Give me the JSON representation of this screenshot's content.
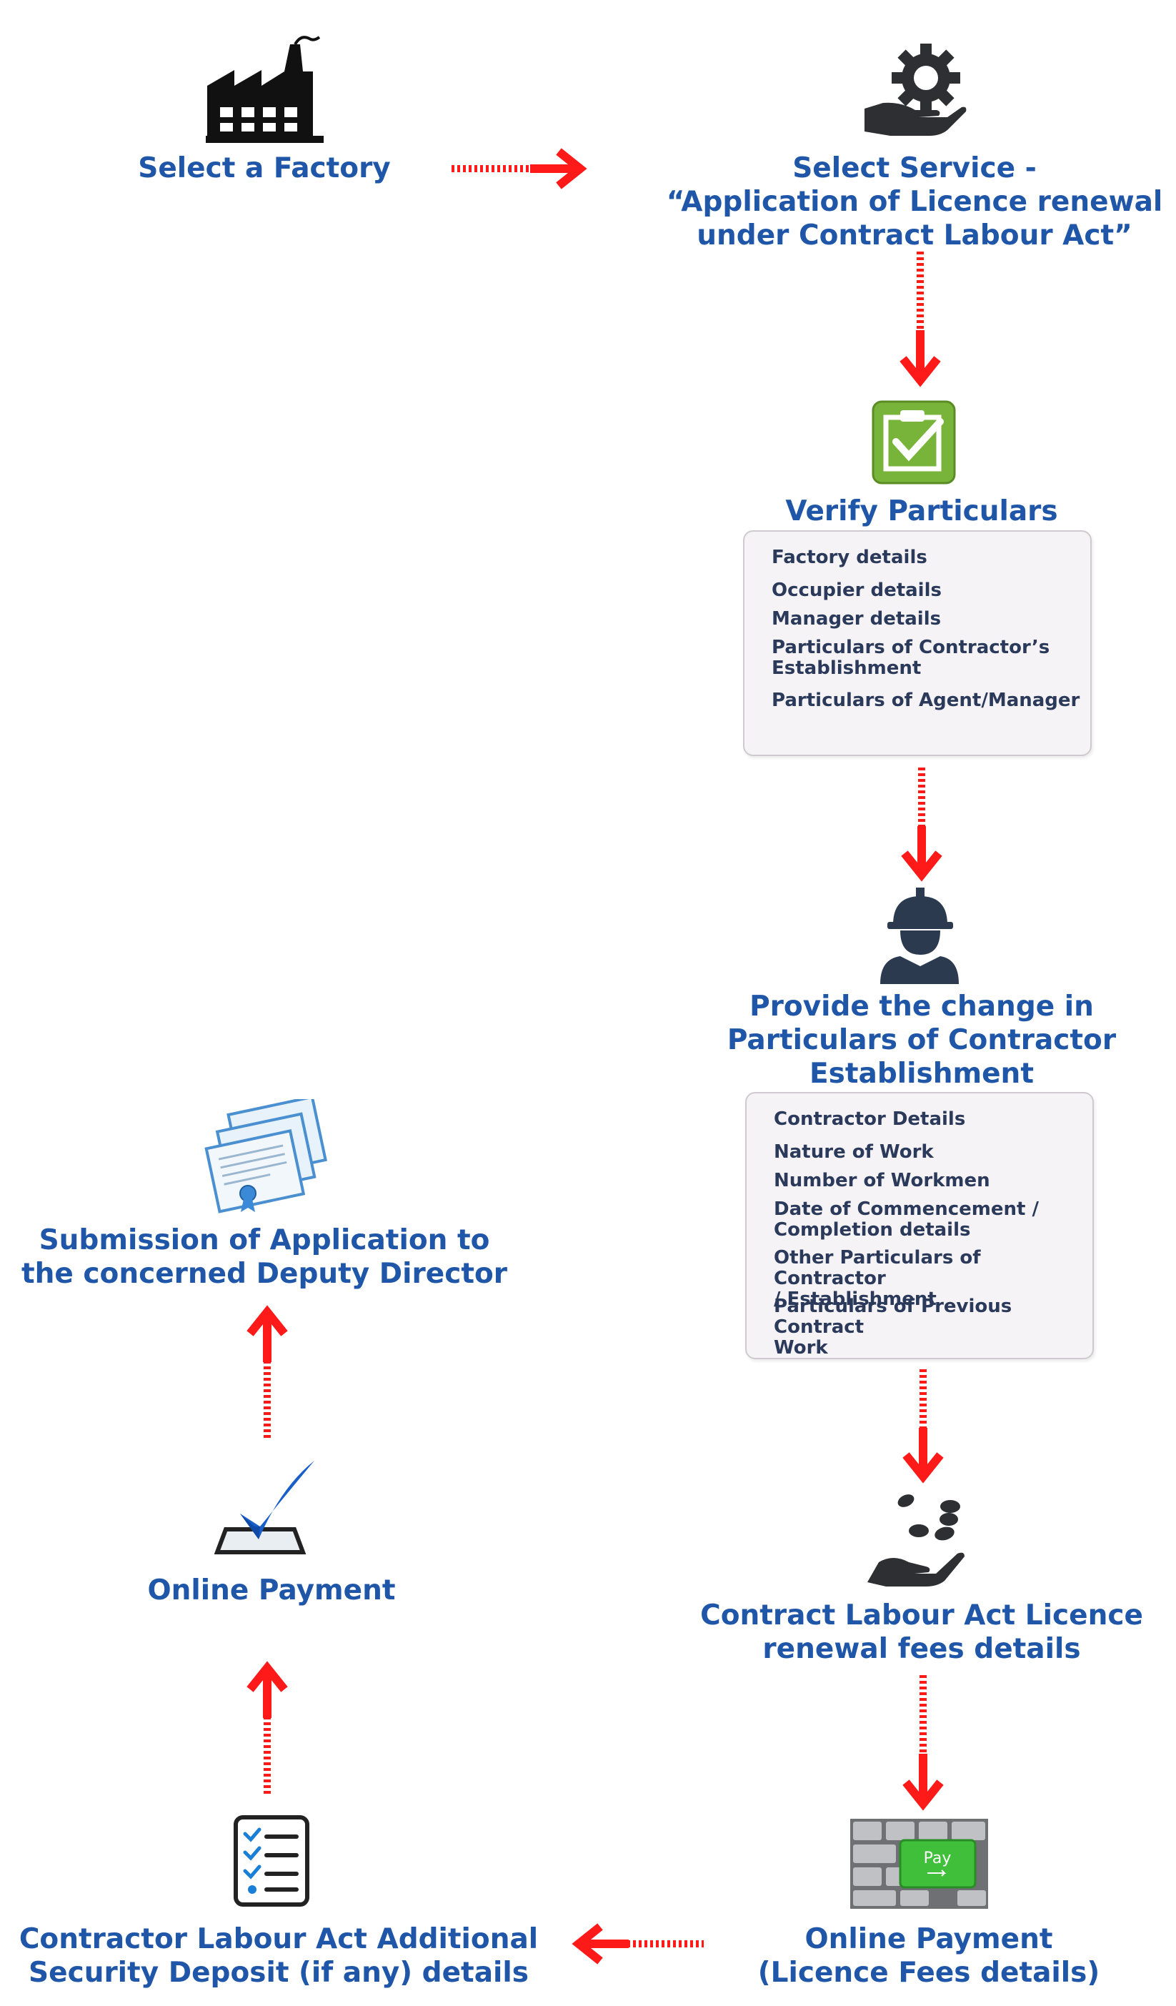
{
  "steps": {
    "select_factory": "Select a Factory",
    "select_service": {
      "line1": "Select Service -",
      "line2": "“Application of Licence renewal",
      "line3": "under  Contract Labour Act”"
    },
    "verify": "Verify Particulars",
    "provide": {
      "line1": "Provide the change in",
      "line2": "Particulars of Contractor",
      "line3": "Establishment"
    },
    "fees": {
      "line1": "Contract Labour Act Licence",
      "line2": "renewal fees details"
    },
    "online_payment_fees": {
      "line1": "Online Payment",
      "line2": "(Licence Fees details)"
    },
    "security_deposit": {
      "line1": "Contractor Labour Act Additional",
      "line2": "Security Deposit (if any) details"
    },
    "online_payment": "Online Payment",
    "submission": {
      "line1": "Submission of Application to",
      "line2": "the concerned Deputy Director"
    }
  },
  "verify_items": [
    "Factory details",
    "Occupier details",
    "Manager details",
    "Particulars of Contractor’s\nEstablishment",
    "Particulars of Agent/Manager"
  ],
  "contractor_items": [
    "Contractor Details",
    "Nature of Work",
    "Number of Workmen",
    "Date of Commencement /\nCompletion details",
    "Other Particulars of Contractor\n/ Establishment",
    "Particulars of Previous Contract\nWork"
  ],
  "icons": {
    "factory": "factory-icon",
    "service": "hand-gear-icon",
    "verify": "checklist-green-icon",
    "worker": "worker-helmet-icon",
    "coins": "hand-coins-icon",
    "pay": "keyboard-pay-icon",
    "pay_key_text": "Pay",
    "deposit": "checklist-document-icon",
    "payment_check": "checkmark-icon",
    "documents": "documents-certificate-icon"
  },
  "colors": {
    "label": "#1f56a8",
    "arrow": "#ff1a1a",
    "box_bg": "#f5f3f5",
    "box_text": "#2b3a5a"
  }
}
